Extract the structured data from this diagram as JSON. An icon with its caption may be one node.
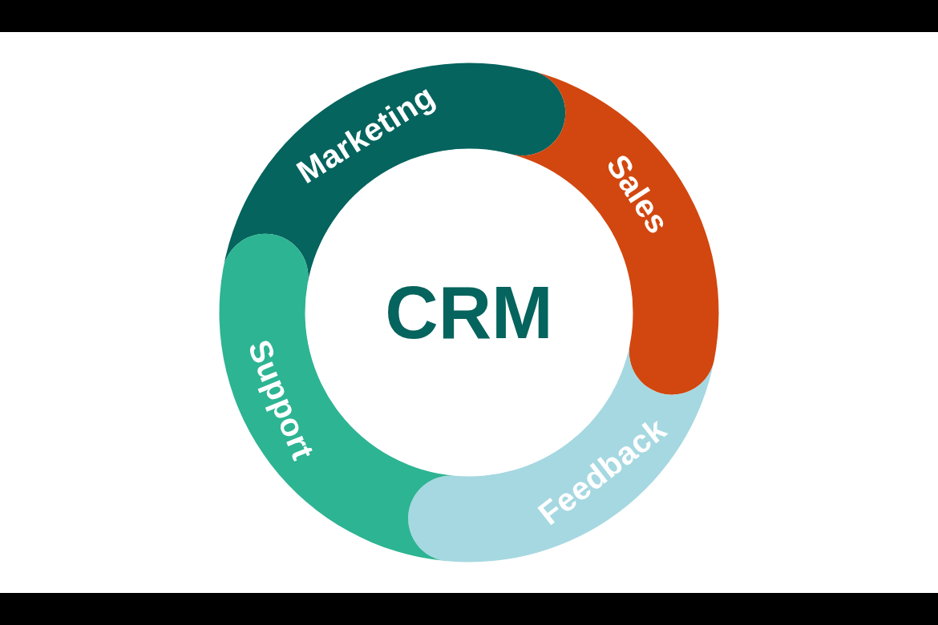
{
  "diagram": {
    "nodes": [
      {
        "text": [
          "CRM"
        ]
      },
      {
        "text": [
          "Marketing"
        ]
      },
      {
        "text": [
          "Sales"
        ]
      },
      {
        "text": [
          "Feedback"
        ]
      },
      {
        "text": [
          "Support"
        ]
      }
    ]
  }
}
